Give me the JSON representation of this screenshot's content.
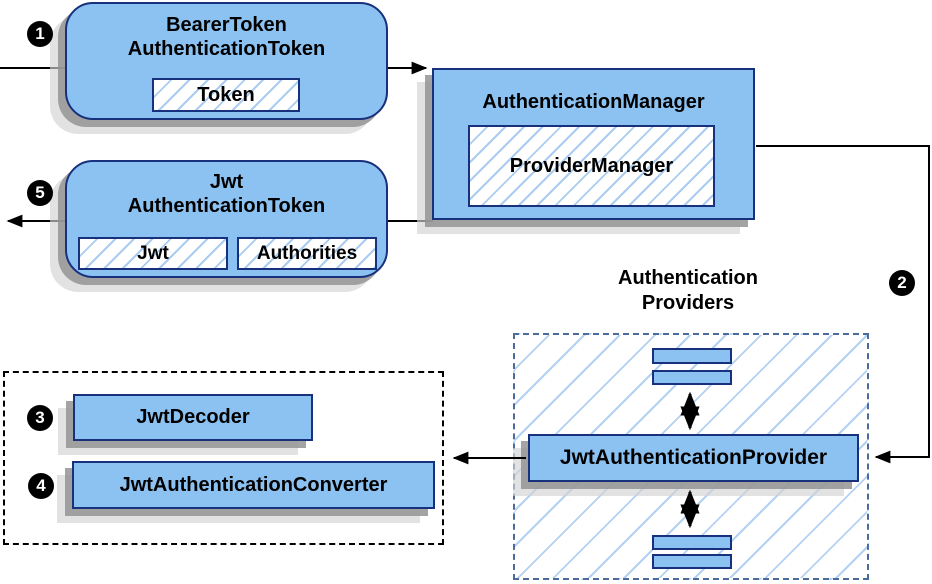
{
  "badges": {
    "one": "1",
    "two": "2",
    "three": "3",
    "four": "4",
    "five": "5"
  },
  "bearer_token": {
    "title_line1": "BearerToken",
    "title_line2": "AuthenticationToken",
    "token_chip": "Token"
  },
  "authentication_manager": {
    "title": "AuthenticationManager",
    "provider_manager_chip": "ProviderManager"
  },
  "jwt_authentication_token": {
    "title_line1": "Jwt",
    "title_line2": "AuthenticationToken",
    "jwt_chip": "Jwt",
    "authorities_chip": "Authorities"
  },
  "authentication_providers": {
    "label_line1": "Authentication",
    "label_line2": "Providers",
    "provider_box": "JwtAuthenticationProvider"
  },
  "converter_group": {
    "decoder_box": "JwtDecoder",
    "converter_box": "JwtAuthenticationConverter"
  },
  "colors": {
    "box_fill": "#8cc2f2",
    "box_border": "#17317c",
    "hatch_line": "#a9ccf0",
    "providers_dash_border": "#4a6b9b",
    "group_dash_border": "#000000",
    "connector": "#000000",
    "badge_bg": "#000000",
    "badge_text": "#ffffff"
  }
}
